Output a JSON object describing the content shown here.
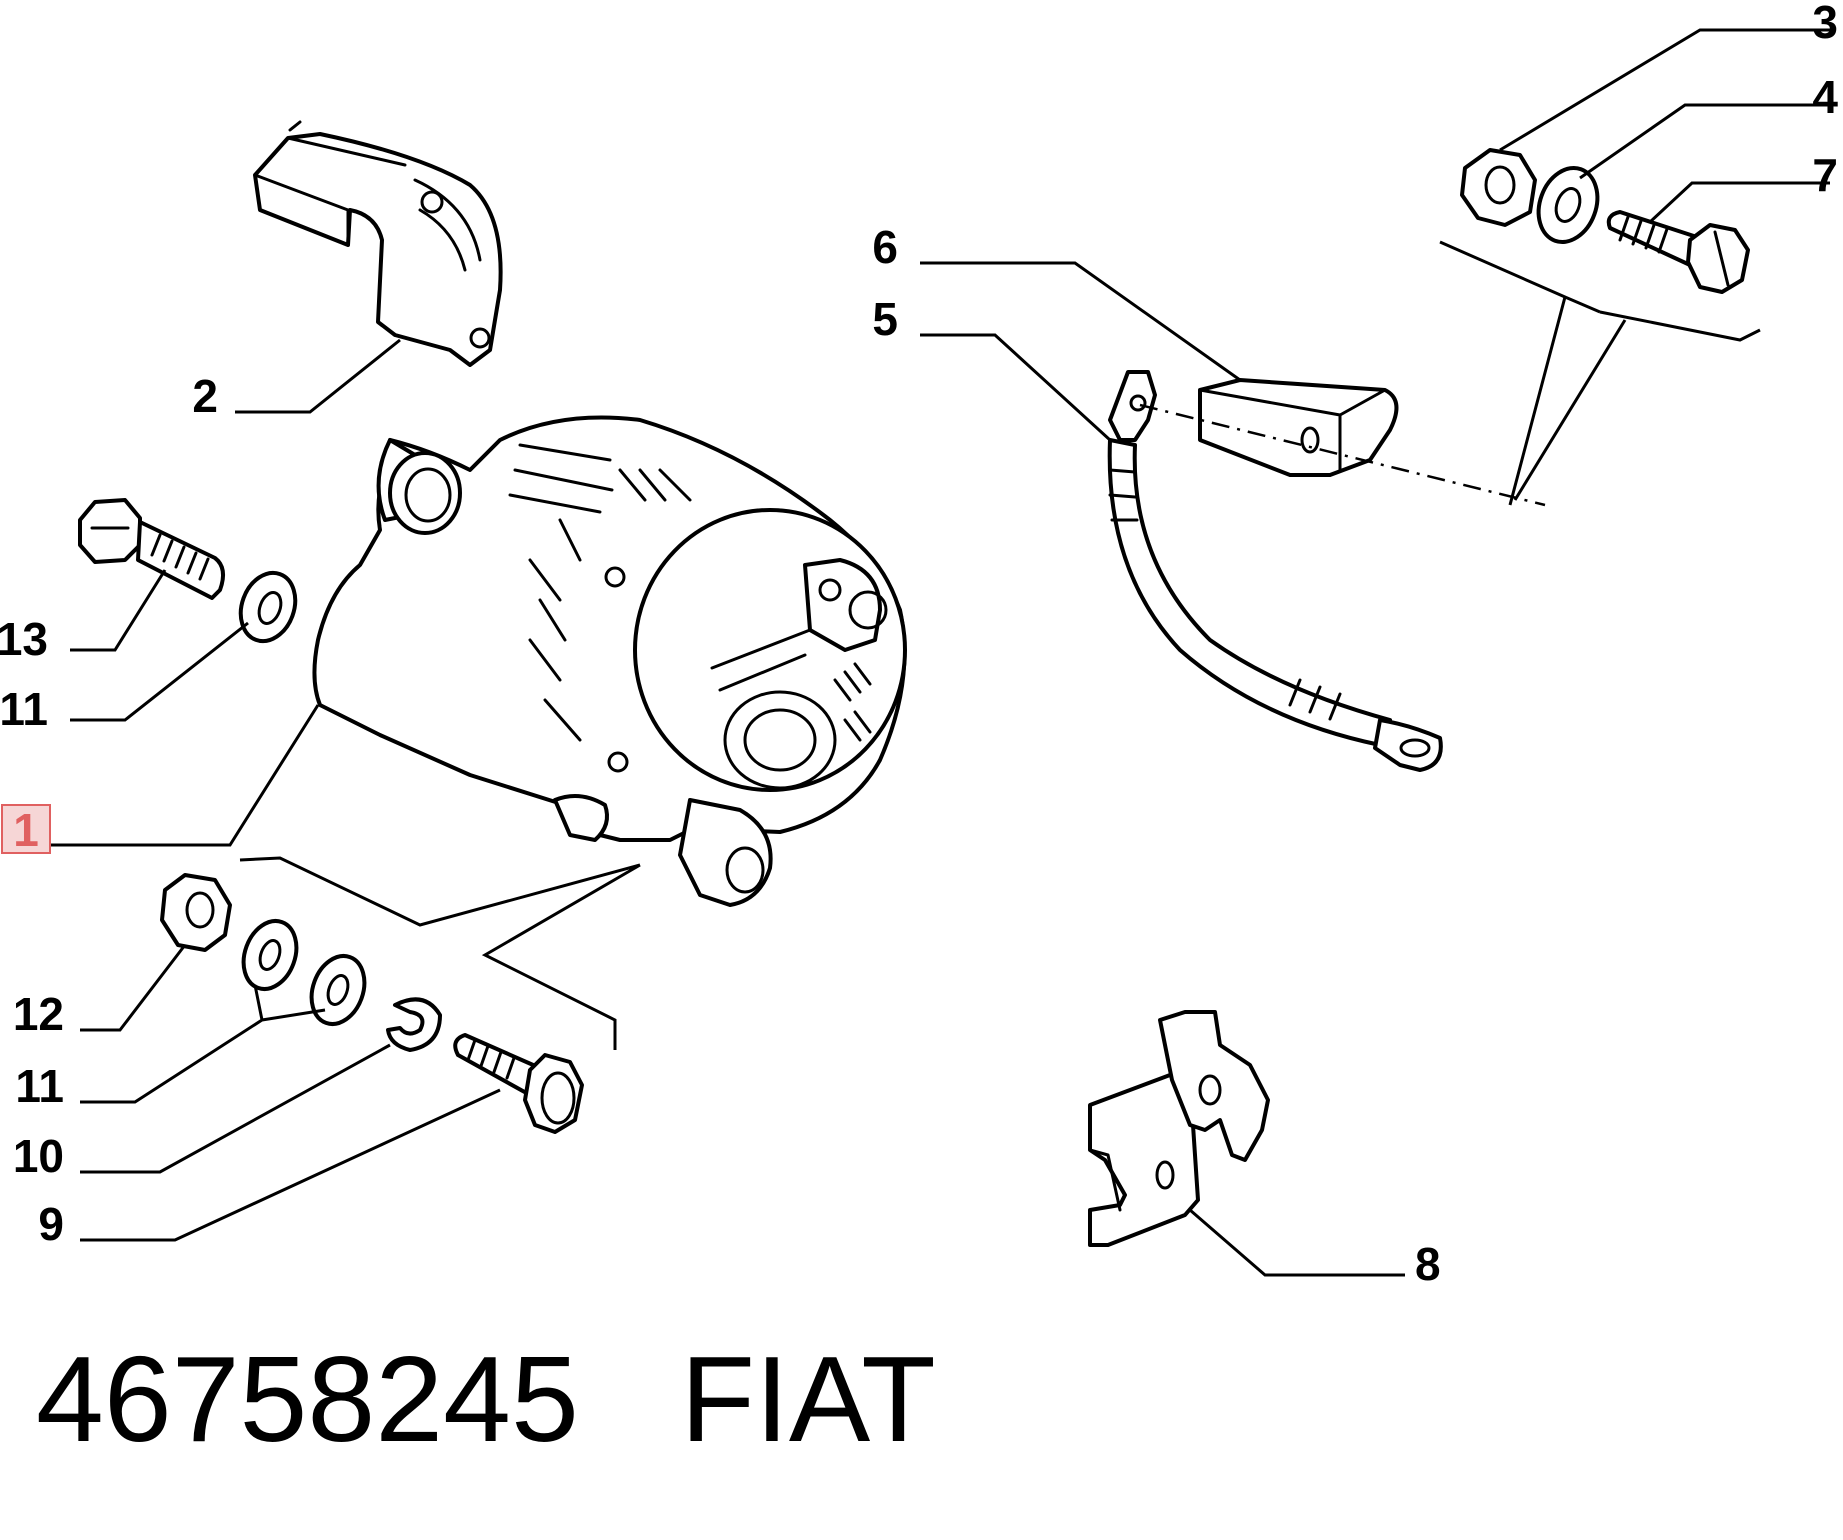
{
  "part_number": "46758245",
  "brand": "FIAT",
  "highlighted_callout": "1",
  "highlight_color": "#e06060",
  "callouts": {
    "c1": "1",
    "c2": "2",
    "c3": "3",
    "c4": "4",
    "c5": "5",
    "c6": "6",
    "c7": "7",
    "c8": "8",
    "c9": "9",
    "c10": "10",
    "c11a": "11",
    "c11b": "11",
    "c12": "12",
    "c13": "13"
  },
  "parts": [
    {
      "callout": "1",
      "icon": "alternator-icon"
    },
    {
      "callout": "2",
      "icon": "heat-shield-icon"
    },
    {
      "callout": "3",
      "icon": "nut-icon"
    },
    {
      "callout": "4",
      "icon": "washer-icon"
    },
    {
      "callout": "5",
      "icon": "ground-cable-icon"
    },
    {
      "callout": "6",
      "icon": "cover-icon"
    },
    {
      "callout": "7",
      "icon": "bolt-icon"
    },
    {
      "callout": "8",
      "icon": "bracket-icon"
    },
    {
      "callout": "9",
      "icon": "bolt-icon"
    },
    {
      "callout": "10",
      "icon": "spring-washer-icon"
    },
    {
      "callout": "11",
      "icon": "washer-icon"
    },
    {
      "callout": "12",
      "icon": "nut-icon"
    },
    {
      "callout": "13",
      "icon": "bolt-icon"
    }
  ]
}
